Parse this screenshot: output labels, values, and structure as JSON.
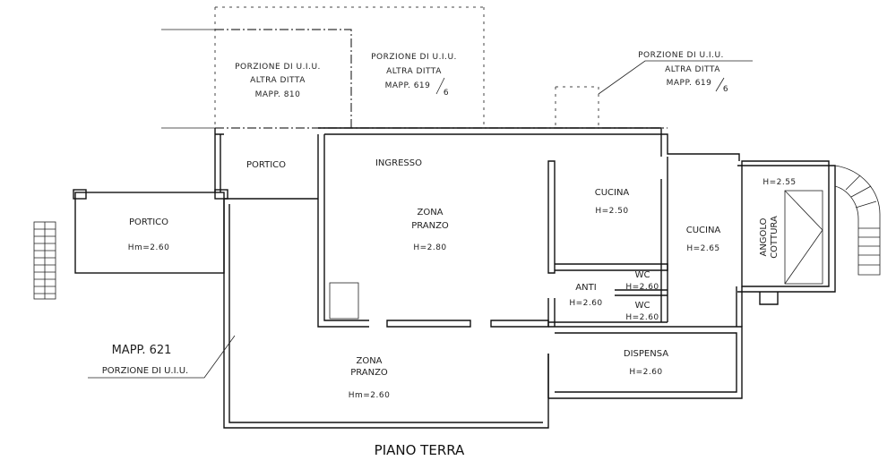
{
  "plan": {
    "title": "PIANO TERRA",
    "neighbors": [
      {
        "line1": "PORZIONE DI U.I.U.",
        "line2": "ALTRA DITTA",
        "line3": "MAPP. 810"
      },
      {
        "line1": "PORZIONE DI U.I.U.",
        "line2": "ALTRA DITTA",
        "line3": "MAPP. 619",
        "fraction": "6"
      },
      {
        "line1": "PORZIONE DI U.I.U.",
        "line2": "ALTRA DITTA",
        "line3": "MAPP. 619",
        "fraction": "6"
      }
    ],
    "unit": {
      "mapp": "MAPP. 621",
      "desc": "PORZIONE DI U.I.U."
    },
    "rooms": {
      "portico_upper": {
        "name": "PORTICO"
      },
      "portico_left": {
        "name": "PORTICO",
        "height": "Hm=2.60"
      },
      "ingresso": {
        "name": "INGRESSO"
      },
      "zona_pranzo_1": {
        "name1": "ZONA",
        "name2": "PRANZO",
        "height": "H=2.80"
      },
      "cucina_1": {
        "name": "CUCINA",
        "height": "H=2.50"
      },
      "cucina_2": {
        "name": "CUCINA",
        "height": "H=2.65"
      },
      "angolo_cottura": {
        "name1": "ANGOLO",
        "name2": "COTTURA",
        "height": "H=2.55"
      },
      "anti": {
        "name": "ANTI",
        "height": "H=2.60"
      },
      "wc_1": {
        "name": "WC",
        "height": "H=2.60"
      },
      "wc_2": {
        "name": "WC",
        "height": "H=2.60"
      },
      "zona_pranzo_2": {
        "name1": "ZONA",
        "name2": "PRANZO",
        "height": "Hm=2.60"
      },
      "dispensa": {
        "name": "DISPENSA",
        "height": "H=2.60"
      }
    }
  }
}
